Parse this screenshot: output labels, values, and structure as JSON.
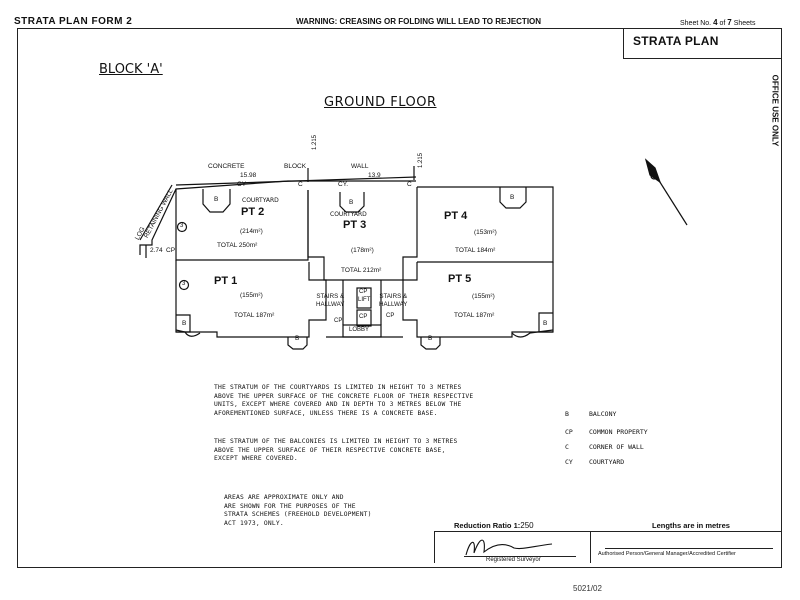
{
  "header": {
    "form_title": "STRATA PLAN FORM 2",
    "warning": "WARNING: CREASING OR FOLDING WILL LEAD TO REJECTION",
    "sheet_label": "Sheet No.",
    "sheet_no": "4",
    "sheet_of": "of",
    "sheet_total": "7",
    "sheets_label": "Sheets"
  },
  "title_box": {
    "title": "STRATA PLAN",
    "office_use": "OFFICE USE ONLY"
  },
  "drawing": {
    "block_label": "BLOCK 'A'",
    "floor_label": "GROUND FLOOR",
    "walls": {
      "concrete": "CONCRETE",
      "block": "BLOCK",
      "wall": "WALL",
      "dim_left": "15.98",
      "dim_right": "13.9",
      "cy_left": "CY",
      "cy_right": "CY.",
      "retaining_wall": "RETAINING WALL",
      "log": "LOG",
      "dim_1215_a": "1.215",
      "dim_1215_b": "1.215",
      "dim_274": "2.74",
      "c_left": "C",
      "c_right": "C",
      "cp_left": "CP"
    },
    "lots": [
      {
        "name": "PT 2",
        "area": "(214m²)",
        "total": "TOTAL  250m²",
        "courtyard": "COURTYARD"
      },
      {
        "name": "PT 3",
        "area": "(178m²)",
        "total": "TOTAL  212m²",
        "courtyard": "COURTYARD"
      },
      {
        "name": "PT 4",
        "area": "(153m²)",
        "total": "TOTAL  184m²"
      },
      {
        "name": "PT 1",
        "area": "(155m²)",
        "total": "TOTAL  187m²"
      },
      {
        "name": "PT 5",
        "area": "(155m²)",
        "total": "TOTAL  187m²"
      }
    ],
    "common": {
      "stairs_left": "STAIRS &\nHALLWAY",
      "stairs_right": "STAIRS &\nHALLWAY",
      "cp_lift": "CP",
      "lift": "LIFT",
      "cp_center": "CP",
      "lobby": "LOBBY",
      "cp_bottom_left": "CP",
      "cp_bottom_right": "CP"
    },
    "balcony_mark": "B",
    "circled_3": "3"
  },
  "notes": {
    "courtyard_stratum": "THE STRATUM OF THE COURTYARDS IS LIMITED IN HEIGHT TO 3 METRES\nABOVE THE UPPER SURFACE OF THE CONCRETE FLOOR OF THEIR RESPECTIVE\nUNITS, EXCEPT WHERE COVERED AND IN DEPTH TO 3 METRES BELOW THE\nAFOREMENTIONED SURFACE, UNLESS THERE IS A CONCRETE BASE.",
    "balcony_stratum": "THE STRATUM OF THE BALCONIES IS LIMITED IN HEIGHT TO 3 METRES\nABOVE THE UPPER SURFACE OF THEIR RESPECTIVE CONCRETE BASE,\nEXCEPT WHERE COVERED.",
    "areas": "AREAS ARE APPROXIMATE ONLY AND\nARE SHOWN FOR THE PURPOSES OF THE\nSTRATA SCHEMES (FREEHOLD DEVELOPMENT)\nACT 1973, ONLY."
  },
  "legend": [
    {
      "key": "B",
      "desc": "BALCONY"
    },
    {
      "key": "CP",
      "desc": "COMMON PROPERTY"
    },
    {
      "key": "C",
      "desc": "CORNER OF WALL"
    },
    {
      "key": "CY",
      "desc": "COURTYARD"
    }
  ],
  "footer": {
    "reduction_label": "Reduction Ratio 1:",
    "reduction_value": "250",
    "lengths": "Lengths are in metres",
    "registered_surveyor": "Registered Surveyor",
    "authorised": "Authorised Person/General Manager/Accredited Certifier",
    "bottom_number": "5021/02"
  }
}
